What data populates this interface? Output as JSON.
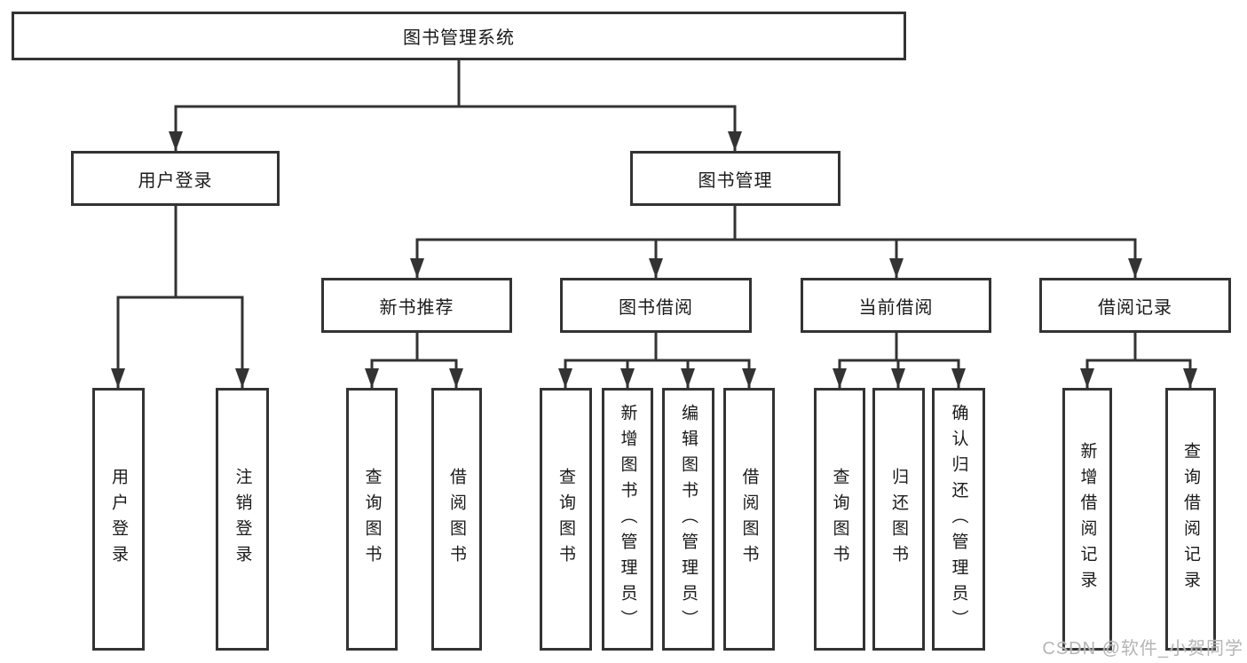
{
  "diagram": {
    "root": "图书管理系统",
    "branches": [
      {
        "label": "用户登录",
        "children": [
          {
            "label": "用户登录"
          },
          {
            "label": "注销登录"
          }
        ]
      },
      {
        "label": "图书管理",
        "groups": [
          {
            "label": "新书推荐",
            "children": [
              {
                "label": "查询图书"
              },
              {
                "label": "借阅图书"
              }
            ]
          },
          {
            "label": "图书借阅",
            "children": [
              {
                "label": "查询图书"
              },
              {
                "label": "新增图书（管理员）"
              },
              {
                "label": "编辑图书（管理员）"
              },
              {
                "label": "借阅图书"
              }
            ]
          },
          {
            "label": "当前借阅",
            "children": [
              {
                "label": "查询图书"
              },
              {
                "label": "归还图书"
              },
              {
                "label": "确认归还（管理员）"
              }
            ]
          },
          {
            "label": "借阅记录",
            "children": [
              {
                "label": "新增借阅记录"
              },
              {
                "label": "查询借阅记录"
              }
            ]
          }
        ]
      }
    ]
  },
  "watermark": "CSDN @软件_小贺同学",
  "colors": {
    "line": "#333333",
    "text": "#1a1a1a",
    "bg": "#ffffff",
    "watermark": "#b5b5b5"
  }
}
